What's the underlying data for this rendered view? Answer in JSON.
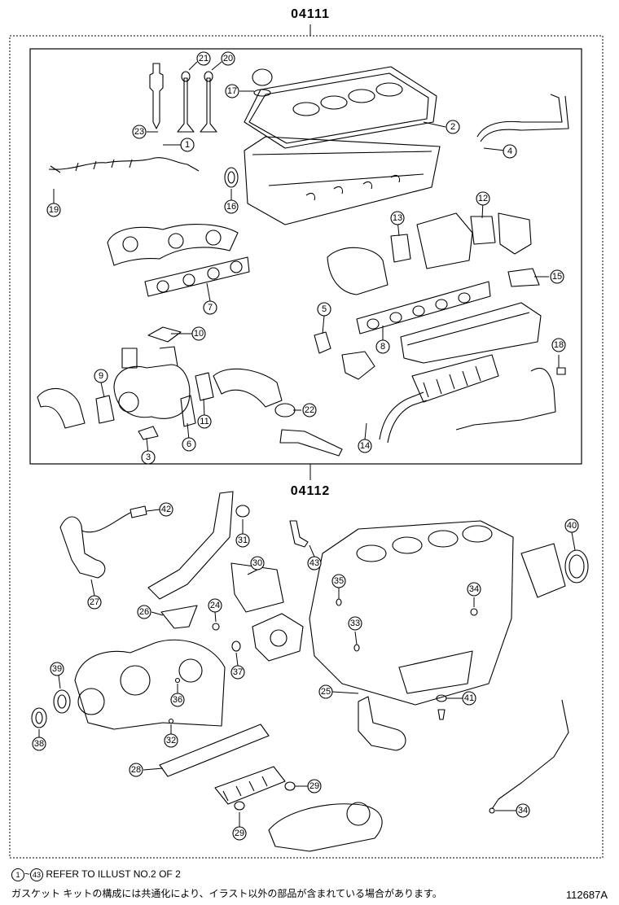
{
  "part_numbers": {
    "top": "04111",
    "bottom": "04112"
  },
  "callouts_top": [
    "1",
    "2",
    "3",
    "4",
    "5",
    "6",
    "7",
    "8",
    "9",
    "10",
    "11",
    "12",
    "13",
    "14",
    "15",
    "16",
    "17",
    "18",
    "19",
    "20",
    "21",
    "22",
    "23"
  ],
  "callouts_bottom": [
    "24",
    "25",
    "26",
    "27",
    "28",
    "29",
    "29",
    "30",
    "31",
    "32",
    "33",
    "34",
    "34",
    "35",
    "36",
    "37",
    "38",
    "39",
    "40",
    "41",
    "42",
    "43"
  ],
  "footer": {
    "range_start": "1",
    "range_tilde": "~",
    "range_end": "43",
    "refer_text": "REFER TO ILLUST NO.2 OF 2",
    "japanese_note": "ガスケット キットの構成には共通化により、イラスト以外の部品が含まれている場合があります。",
    "drawing_id": "112687A"
  }
}
